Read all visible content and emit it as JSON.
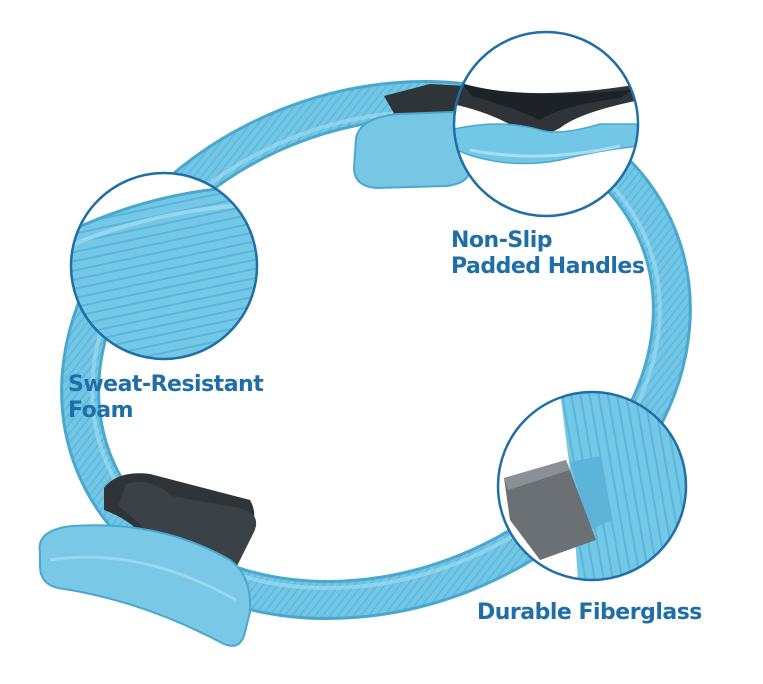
{
  "colors": {
    "ring": "#72c7e6",
    "ring_dark": "#4aa8cf",
    "ring_light": "#a6def2",
    "handle": "#2e3438",
    "fiberglass": "#6b7075",
    "callout_border": "#1f6fa6",
    "label_text": "#1f6fa6",
    "background": "#ffffff"
  },
  "icons": {
    "callout_foam": "foam-texture-zoom",
    "callout_handles": "padded-handle-zoom",
    "callout_fiberglass": "fiberglass-core-zoom"
  },
  "labels": {
    "sweat_resistant": [
      "Sweat-Resistant",
      "Foam"
    ],
    "non_slip": [
      "Non-Slip",
      "Padded Handles"
    ],
    "fiberglass": [
      "Durable Fiberglass"
    ]
  }
}
